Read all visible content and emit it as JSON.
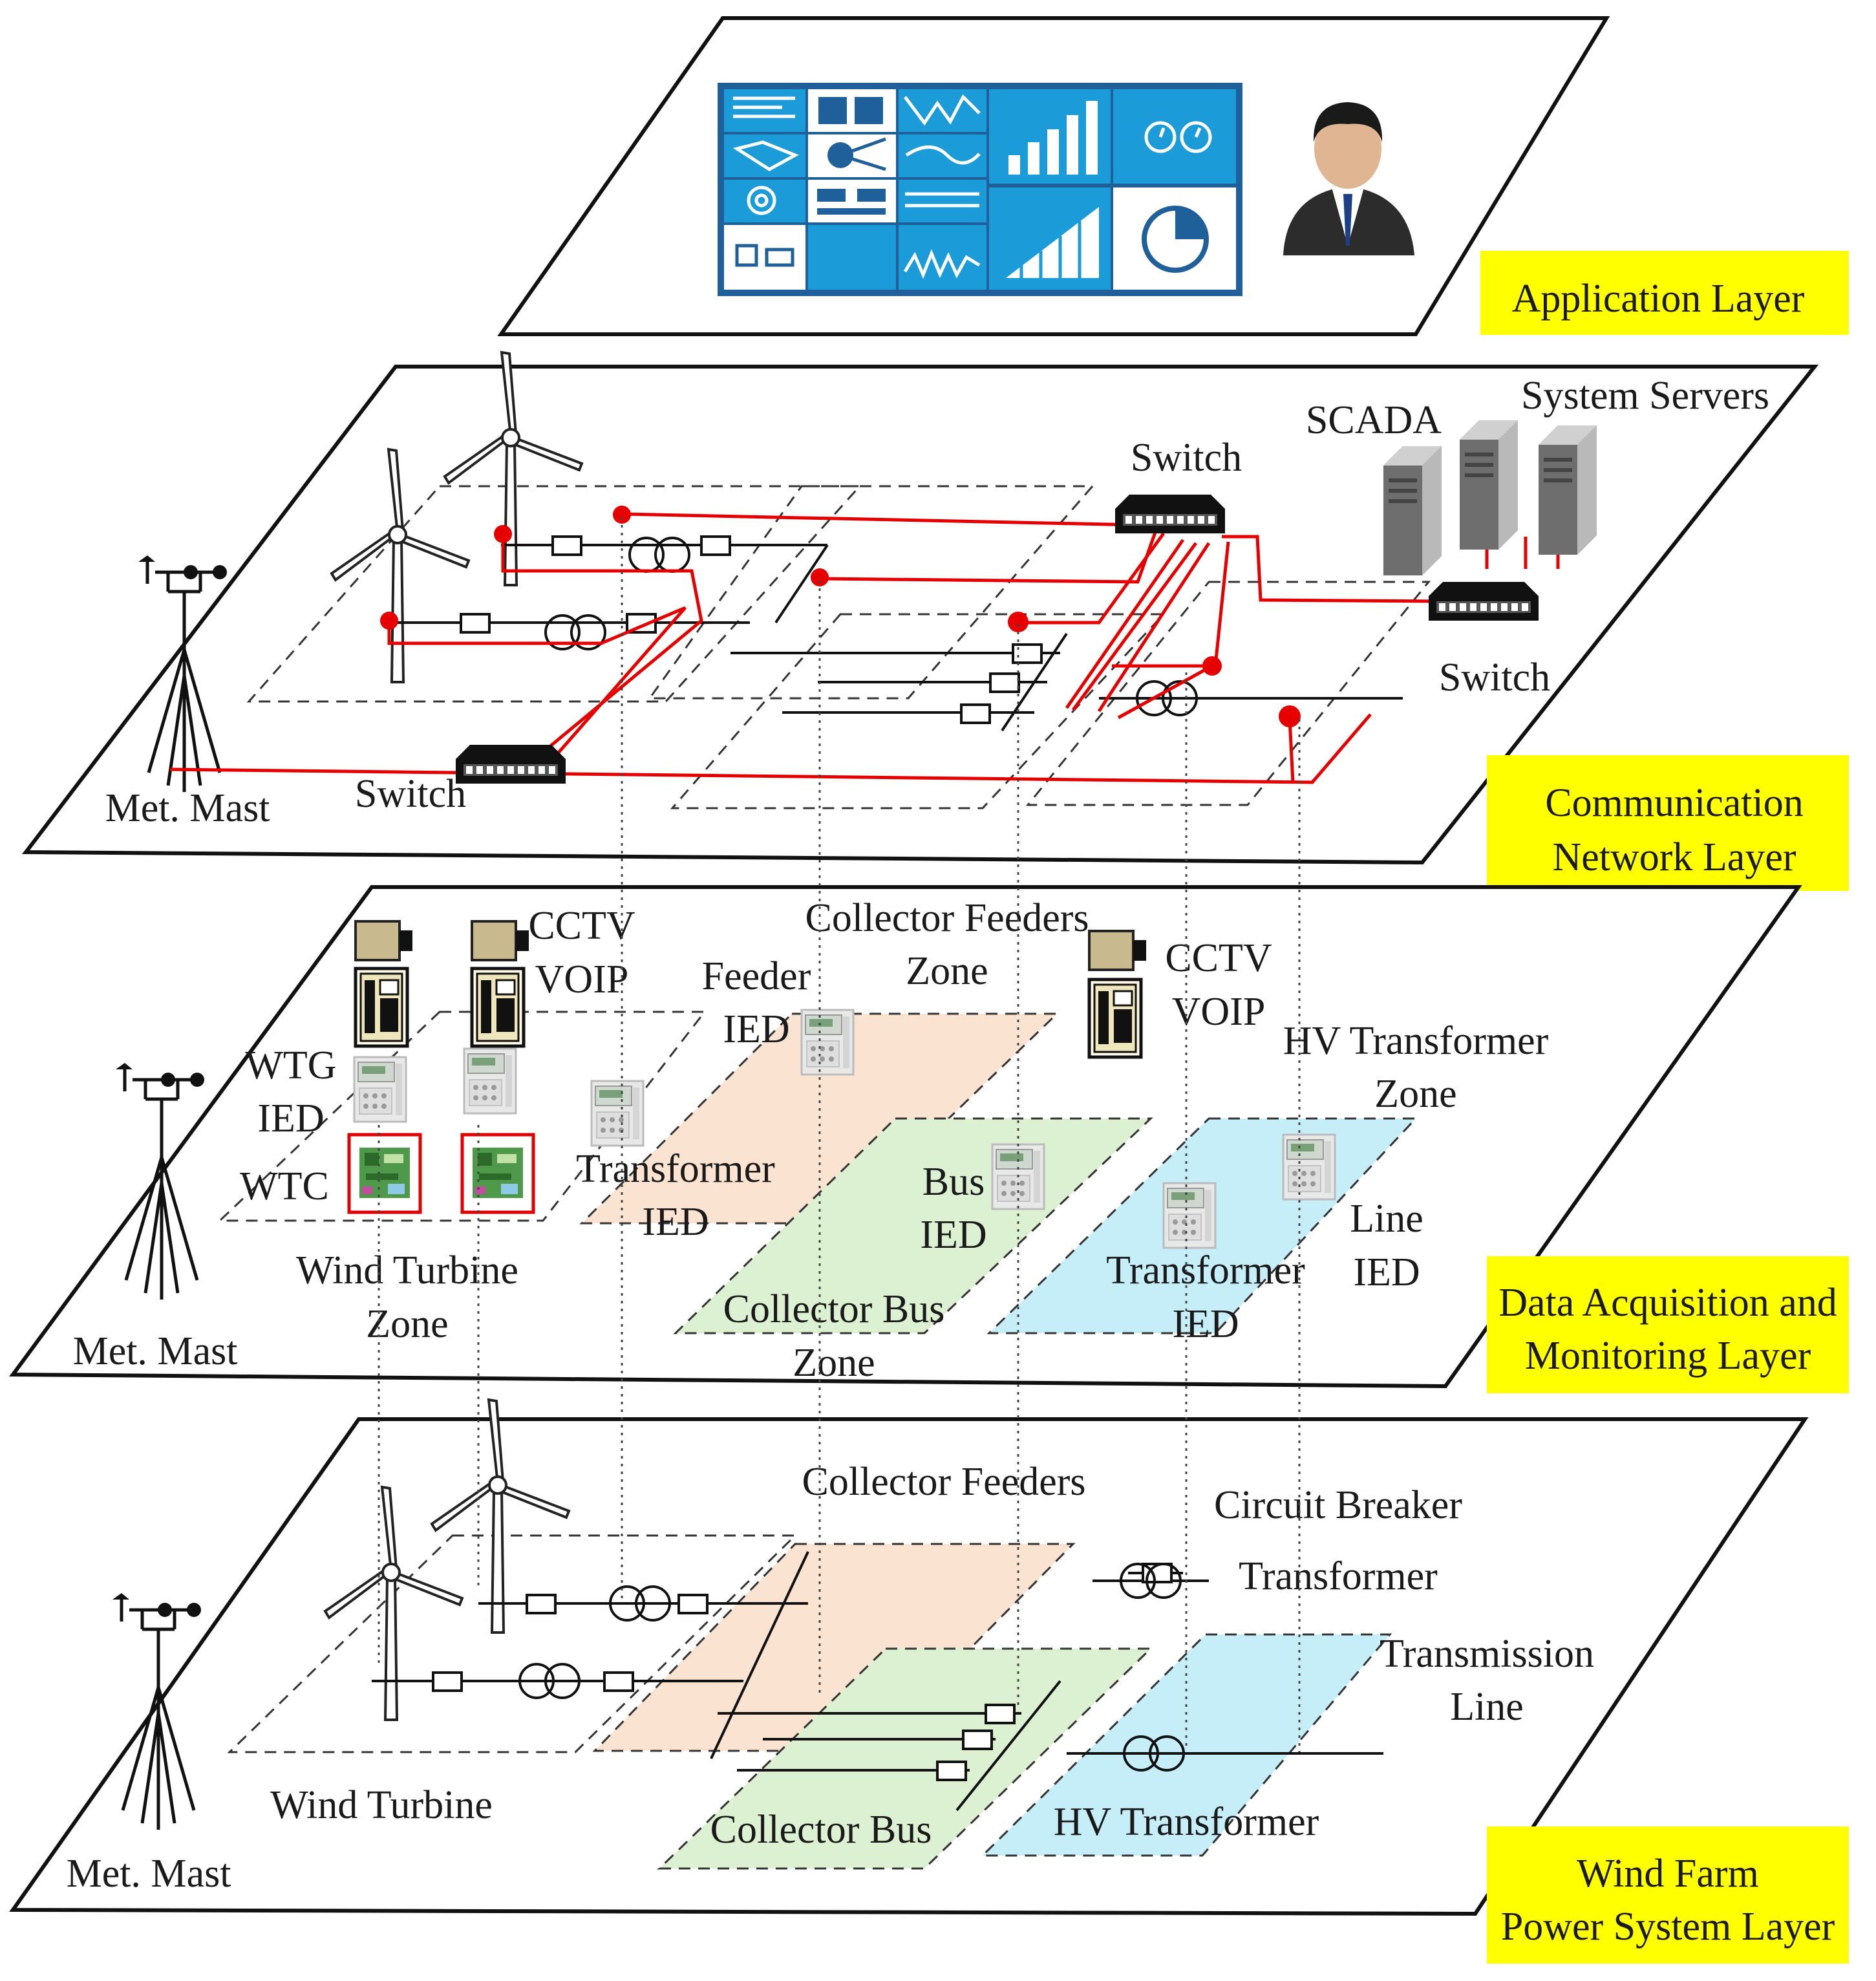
{
  "layers": {
    "application": {
      "tag": "Application Layer"
    },
    "communication": {
      "tag_line1": "Communication",
      "tag_line2": "Network Layer",
      "switch_left": "Switch",
      "switch_top": "Switch",
      "switch_right": "Switch",
      "scada": "SCADA",
      "system_servers": "System Servers",
      "met_mast": "Met. Mast"
    },
    "data_acquisition": {
      "tag_line1": "Data Acquisition and",
      "tag_line2": "Monitoring Layer",
      "cctv_left": "CCTV",
      "voip_left": "VOIP",
      "cctv_right": "CCTV",
      "voip_right": "VOIP",
      "wtg_ied_1": "WTG",
      "wtg_ied_2": "IED",
      "wtc": "WTC",
      "feeder_ied_1": "Feeder",
      "feeder_ied_2": "IED",
      "collector_feeders_zone_1": "Collector Feeders",
      "collector_feeders_zone_2": "Zone",
      "hv_transformer_zone_1": "HV Transformer",
      "hv_transformer_zone_2": "Zone",
      "transformer_ied_1": "Transformer",
      "transformer_ied_2": "IED",
      "bus_ied_1": "Bus",
      "bus_ied_2": "IED",
      "line_ied_1": "Line",
      "line_ied_2": "IED",
      "hv_transformer_ied_1": "Transformer",
      "hv_transformer_ied_2": "IED",
      "wind_turbine_zone_1": "Wind Turbine",
      "wind_turbine_zone_2": "Zone",
      "collector_bus_zone_1": "Collector Bus",
      "collector_bus_zone_2": "Zone",
      "met_mast": "Met. Mast"
    },
    "power_system": {
      "tag_line1": "Wind Farm",
      "tag_line2": "Power System Layer",
      "collector_feeders": "Collector Feeders",
      "circuit_breaker": "Circuit Breaker",
      "transformer": "Transformer",
      "transmission_line_1": "Transmission",
      "transmission_line_2": "Line",
      "wind_turbine": "Wind Turbine",
      "collector_bus": "Collector Bus",
      "hv_transformer": "HV Transformer",
      "met_mast": "Met. Mast"
    }
  },
  "colors": {
    "tag_yellow": "#ffff00",
    "link_red": "#e60000",
    "zone_orange": "#fbe3d1",
    "zone_green": "#dcf0d2",
    "zone_blue": "#c6eef9",
    "dashboard_blue": "#1b9bd7",
    "dashboard_frame": "#1f5f9a"
  }
}
